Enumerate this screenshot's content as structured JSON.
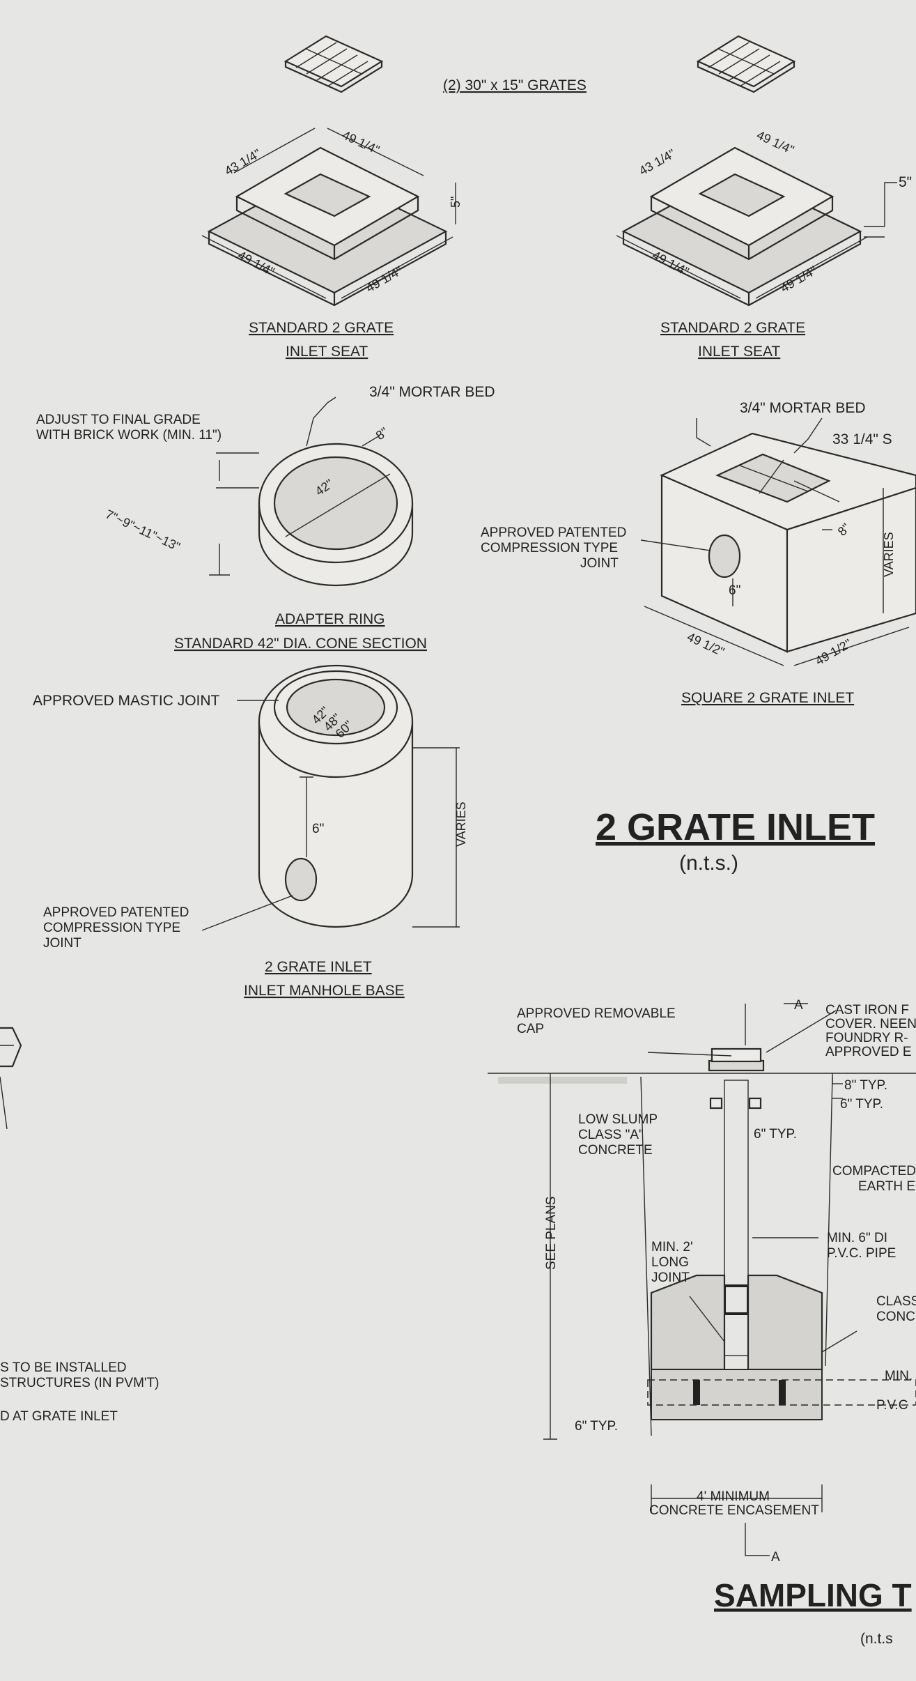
{
  "labels": {
    "grates": "(2) 30\" x 15\" GRATES",
    "seat_left_title": "STANDARD 2 GRATE",
    "seat_left_sub": "INLET SEAT",
    "seat_right_title": "STANDARD 2 GRATE",
    "seat_right_sub": "INLET SEAT",
    "seat_dim_a": "43 1/4\"",
    "seat_dim_b": "49 1/4\"",
    "seat_dim_c": "49 1/4\"",
    "seat_dim_d": "49 1/4\"",
    "seat_dim_h": "5\"",
    "seat_dim_h_right": "5\"",
    "mortar_left": "3/4\" MORTAR BED",
    "adjust_1": "ADJUST TO FINAL GRADE",
    "adjust_2": "WITH BRICK WORK (MIN. 11\")",
    "ring_heights": "7\"~9\"~11\"~13\"",
    "ring_dia": "42\"",
    "ring_wall": "8\"",
    "ring_title": "ADAPTER RING",
    "ring_sub": "STANDARD 42\" DIA. CONE SECTION",
    "mortar_right": "3/4\" MORTAR BED",
    "square_dim": "33 1/4\" S",
    "patent_r1": "APPROVED PATENTED",
    "patent_r2": "COMPRESSION TYPE",
    "patent_r3": "JOINT",
    "square_6": "6\"",
    "square_8": "8\"",
    "square_varies": "VARIES",
    "square_49a": "49 1/2\"",
    "square_49b": "49 1/2\"",
    "square_title": "SQUARE 2 GRATE INLET",
    "mastic": "APPROVED MASTIC JOINT",
    "base_dims": [
      "42\"",
      "48\"",
      "60\""
    ],
    "base_6": "6\"",
    "base_varies": "VARIES",
    "patent_l1": "APPROVED PATENTED",
    "patent_l2": "COMPRESSION TYPE",
    "patent_l3": "JOINT",
    "base_title": "2 GRATE INLET",
    "base_sub": "INLET MANHOLE BASE",
    "main_title": "2 GRATE INLET",
    "main_scale": "(n.t.s.)",
    "note1": "S TO BE INSTALLED",
    "note2": "STRUCTURES (IN PVM'T)",
    "note3": "D AT GRATE INLET",
    "cap_1": "APPROVED REMOVABLE",
    "cap_2": "CAP",
    "section_a": "A",
    "cast_1": "CAST IRON F",
    "cast_2": "COVER. NEEN",
    "cast_3": "FOUNDRY R-",
    "cast_4": "APPROVED E",
    "typ8": "8\" TYP.",
    "typ6a": "6\" TYP.",
    "typ6b": "6\" TYP.",
    "slump_1": "LOW SLUMP",
    "slump_2": "CLASS \"A\"",
    "slump_3": "CONCRETE",
    "compacted_1": "COMPACTED",
    "compacted_2": "EARTH E",
    "see_plans": "SEE PLANS",
    "min2_1": "MIN. 2'",
    "min2_2": "LONG",
    "min2_3": "JOINT",
    "pipe_1": "MIN. 6\" DI",
    "pipe_2": "P.V.C. PIPE",
    "class_1": "CLASS",
    "class_2": "CONC",
    "min_r": "MIN.",
    "pvc_r": "P.V.C",
    "typ6c": "6\" TYP.",
    "enc_1": "4' MINIMUM",
    "enc_2": "CONCRETE ENCASEMENT",
    "section_a2": "A",
    "sampling_title": "SAMPLING T",
    "sampling_scale": "(n.t.s"
  }
}
